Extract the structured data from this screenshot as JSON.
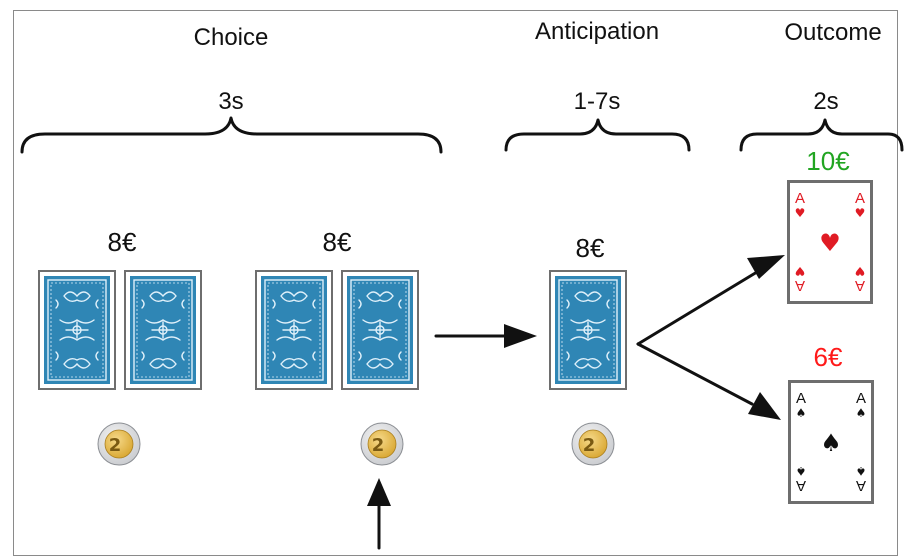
{
  "phases": {
    "choice": {
      "label": "Choice",
      "duration": "3s"
    },
    "anticipation": {
      "label": "Anticipation",
      "duration": "1-7s"
    },
    "outcome": {
      "label": "Outcome",
      "duration": "2s"
    }
  },
  "stakes": {
    "left_pair": "8€",
    "right_pair": "8€",
    "anticipation": "8€"
  },
  "outcomes": {
    "win": {
      "amount": "10€",
      "color": "#22a522",
      "card_rank": "A",
      "card_suit": "♥",
      "suit_color": "#e01b24"
    },
    "loss": {
      "amount": "6€",
      "color": "#ff1a1a",
      "card_rank": "A",
      "card_suit": "♠",
      "suit_color": "#111111"
    }
  },
  "colors": {
    "card_back": "#2f86b5",
    "card_pattern": "#dff0fa",
    "coin_outer": "#c9cbcf",
    "coin_inner": "#d8a630"
  }
}
